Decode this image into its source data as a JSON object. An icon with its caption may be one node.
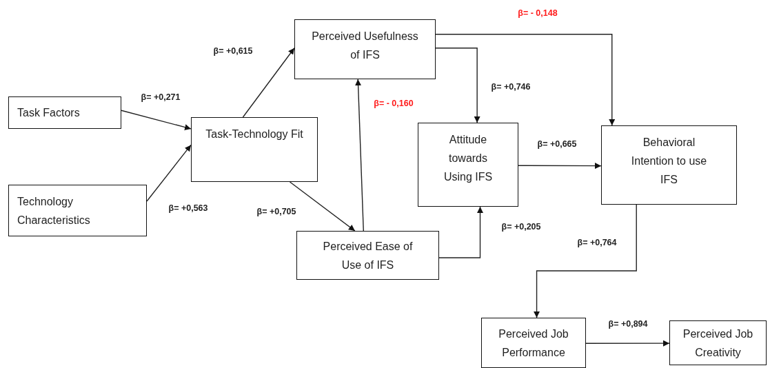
{
  "diagram": {
    "nodes": [
      {
        "text": [
          "Task Factors"
        ]
      },
      {
        "text": [
          "Technology Characteristics"
        ]
      },
      {
        "text": [
          "Task-Technology Fit"
        ]
      },
      {
        "text": [
          "Perceived Usefulness of IFS"
        ]
      },
      {
        "text": [
          "Perceived Ease of Use of IFS"
        ]
      },
      {
        "text": [
          "Attitude towards Using IFS"
        ]
      },
      {
        "text": [
          "Behavioral Intention to use IFS"
        ]
      },
      {
        "text": [
          "Perceived Job Performance"
        ]
      },
      {
        "text": [
          "Perceived Job Creativity"
        ]
      }
    ],
    "edges": [
      {
        "from": 0,
        "to": 2,
        "arrow": "to",
        "label": "β= +0,271"
      },
      {
        "from": 1,
        "to": 2,
        "arrow": "to",
        "label": "β= +0,563"
      },
      {
        "from": 2,
        "to": 3,
        "arrow": "to",
        "label": "β= +0,615"
      },
      {
        "from": 2,
        "to": 4,
        "arrow": "to",
        "label": "β= +0,705"
      },
      {
        "from": 4,
        "to": 3,
        "arrow": "to",
        "label": "β= - 0,160"
      },
      {
        "from": 3,
        "to": 5,
        "arrow": "to",
        "label": "β= +0,746"
      },
      {
        "from": 3,
        "to": 6,
        "arrow": "to",
        "label": "β= - 0,148"
      },
      {
        "from": 4,
        "to": 5,
        "arrow": "to",
        "label": "β= +0,205"
      },
      {
        "from": 5,
        "to": 6,
        "arrow": "to",
        "label": "β= +0,665"
      },
      {
        "from": 6,
        "to": 7,
        "arrow": "to",
        "label": "β= +0,764"
      },
      {
        "from": 7,
        "to": 8,
        "arrow": "to",
        "label": "β= +0,894"
      }
    ]
  }
}
